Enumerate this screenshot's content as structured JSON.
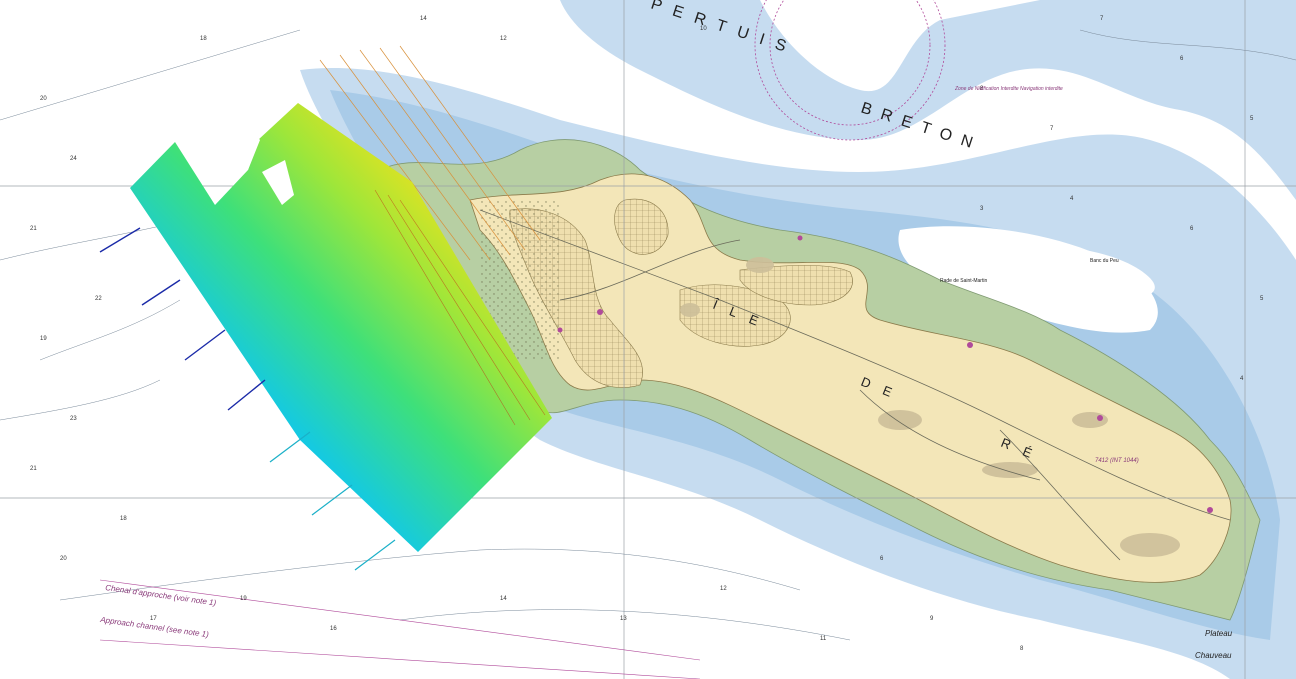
{
  "map": {
    "colors": {
      "deep_water": "#ffffff",
      "shallow_water": "#c6dcf0",
      "very_shallow": "#a9cbe8",
      "foreshore": "#b7cfa3",
      "land": "#f3e6b8",
      "built_area": "#cdbf9a",
      "magenta": "#b04a9a",
      "grid": "#9aa0a6"
    },
    "labels": {
      "pertuis": "PERTUIS",
      "breton": "BRETON",
      "ile": "ÎLE",
      "de": "DE",
      "re": "RÉ",
      "chenal_fr": "Chenal  d'approche   (voir   note   1)",
      "chenal_en": "Approach   channel   (see   note   1)",
      "plateau": "Plateau",
      "chauveau": "Chauveau",
      "rade": "Rade de Saint-Martin",
      "zone_note": "Zone de Nidification Interdite Navigation interdite",
      "chart_ref": "7412 (INT 1044)",
      "banc": "Banc du Peu"
    },
    "legend_icon": "bathymetry-overlay"
  }
}
